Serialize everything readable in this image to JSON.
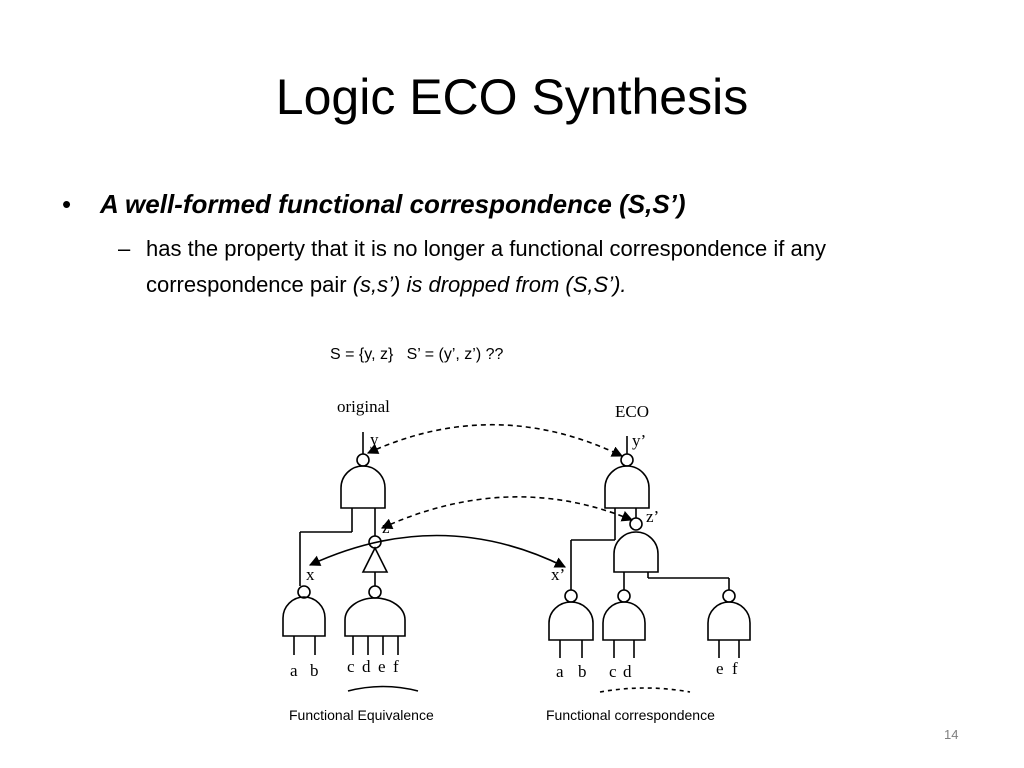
{
  "slide": {
    "title": "Logic ECO Synthesis",
    "bullet_mark": "•",
    "bullet_text": "A well-formed functional correspondence (S,S’)",
    "sub_mark": "–",
    "sub_text_normal": "has the property that it is no longer a functional correspondence if any correspondence pair ",
    "sub_text_italic": "(s,s’) is dropped from (S,S’).",
    "equation": "S = {y, z}   S’ = (y’, z’) ??",
    "page_number": "14"
  },
  "diagram": {
    "left_label": "original",
    "right_label": "ECO",
    "signals": {
      "y": "y",
      "z": "z",
      "x": "x",
      "y_prime": "y’",
      "z_prime": "z’",
      "x_prime": "x’"
    },
    "left_inputs": [
      "a",
      "b",
      "c",
      "d",
      "e",
      "f"
    ],
    "right_inputs": [
      "a",
      "b",
      "c",
      "d",
      "e",
      "f"
    ]
  },
  "captions": {
    "left": "Functional Equivalence",
    "right": "Functional correspondence"
  }
}
